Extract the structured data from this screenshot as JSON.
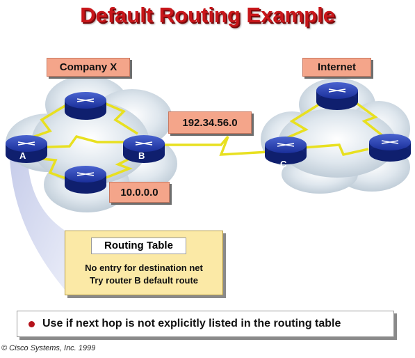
{
  "title": "Default Routing Example",
  "groups": {
    "company_label": "Company X",
    "internet_label": "Internet"
  },
  "networks": {
    "link_bc": "192.34.56.0",
    "company_net": "10.0.0.0"
  },
  "routers": {
    "a": "A",
    "b": "B",
    "c": "C"
  },
  "routing_table": {
    "title": "Routing Table",
    "line1": "No entry for destination net",
    "line2": "Try router B default route"
  },
  "note": "Use if next hop is not explicitly listed in the routing table",
  "footer": "© Cisco Systems, Inc. 1999",
  "colors": {
    "title": "#c8161a",
    "tag_fill": "#f4a58a",
    "box_fill": "#fbe9a6",
    "link": "#e8e020",
    "router": "#1a2f9a",
    "bullet": "#b5121b"
  }
}
